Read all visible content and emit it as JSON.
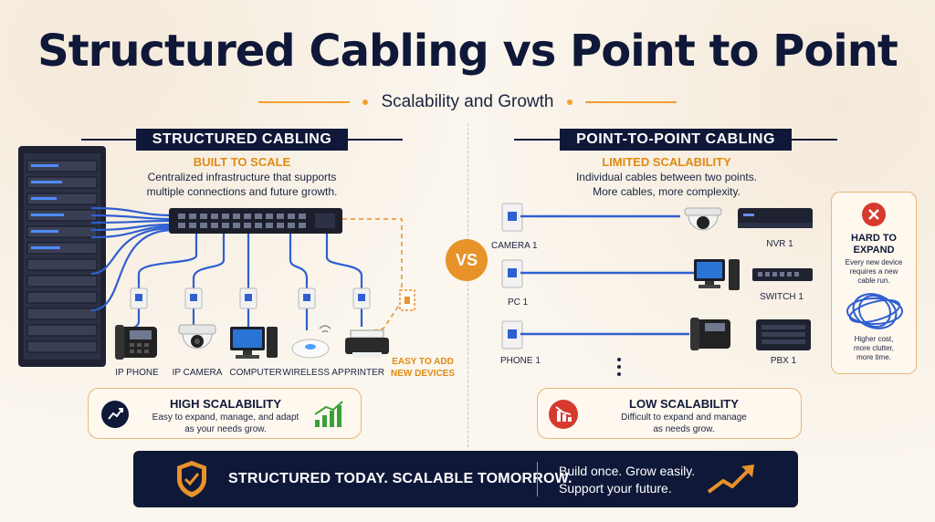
{
  "title": "Structured Cabling vs Point to Point",
  "subtitle": "Scalability and Growth",
  "vs_label": "VS",
  "left": {
    "heading": "STRUCTURED CABLING",
    "tag": "BUILT TO SCALE",
    "description_line1": "Centralized infrastructure that supports",
    "description_line2": "multiple connections and future growth.",
    "devices": [
      {
        "label": "IP PHONE",
        "icon": "phone-icon"
      },
      {
        "label": "IP CAMERA",
        "icon": "camera-icon"
      },
      {
        "label": "COMPUTER",
        "icon": "computer-icon"
      },
      {
        "label": "WIRELESS AP",
        "icon": "wireless-ap-icon"
      },
      {
        "label": "PRINTER",
        "icon": "printer-icon"
      }
    ],
    "easy_add_line1": "EASY TO ADD",
    "easy_add_line2": "NEW DEVICES",
    "callout_title": "HIGH SCALABILITY",
    "callout_line1": "Easy to expand, manage, and adapt",
    "callout_line2": "as your needs grow."
  },
  "right": {
    "heading": "POINT-TO-POINT CABLING",
    "tag": "LIMITED SCALABILITY",
    "description_line1": "Individual cables between two points.",
    "description_line2": "More cables, more complexity.",
    "rows": [
      {
        "from": "CAMERA 1",
        "to": "NVR 1"
      },
      {
        "from": "PC 1",
        "to": "SWITCH 1"
      },
      {
        "from": "PHONE 1",
        "to": "PBX 1"
      }
    ],
    "callout_title": "LOW SCALABILITY",
    "callout_line1": "Difficult to expand and manage",
    "callout_line2": "as needs grow.",
    "hard_title_line1": "HARD TO",
    "hard_title_line2": "EXPAND",
    "hard_text_line1": "Every new device",
    "hard_text_line2": "requires a new",
    "hard_text_line3": "cable run.",
    "hard_bottom_line1": "Higher cost,",
    "hard_bottom_line2": "more clutter,",
    "hard_bottom_line3": "more time."
  },
  "banner": {
    "main": "STRUCTURED TODAY. SCALABLE TOMORROW.",
    "sub_line1": "Build once. Grow easily.",
    "sub_line2": "Support your future."
  },
  "colors": {
    "navy": "#0f1838",
    "orange": "#e8922a",
    "cable_blue": "#2f5fd0",
    "red": "#d63a2f",
    "green": "#3aa13a"
  }
}
